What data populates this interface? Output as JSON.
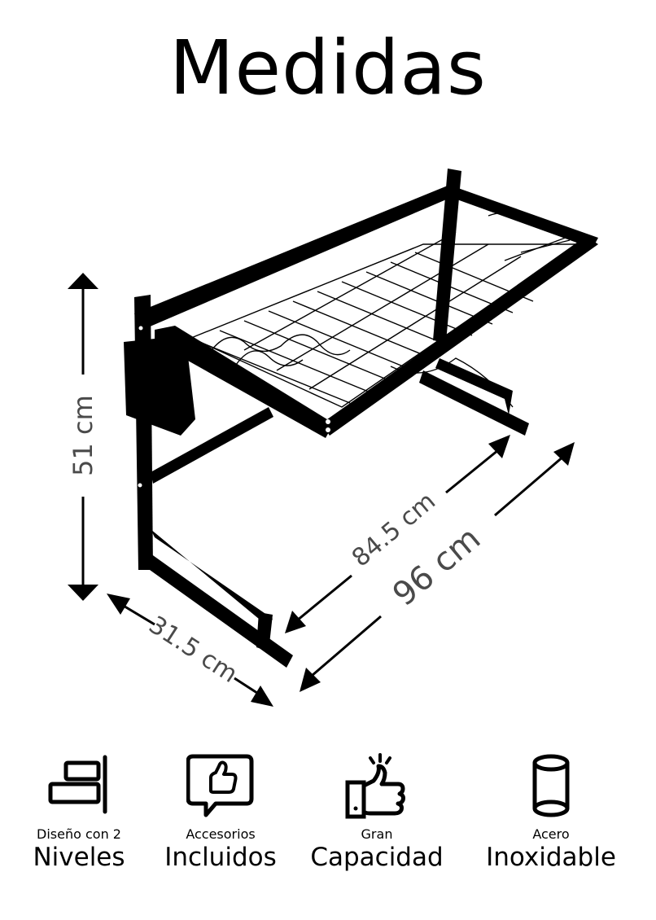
{
  "title": "Medidas",
  "product": {
    "name": "dish-rack-2-levels",
    "color": "#000000"
  },
  "dimensions": {
    "height": "51 cm",
    "depth": "31.5 cm",
    "inner_width": "84.5 cm",
    "total_width": "96 cm",
    "label_color": "#4a4a4a"
  },
  "features": [
    {
      "icon": "two-levels-icon",
      "small": "Diseño con 2",
      "big": "Niveles"
    },
    {
      "icon": "thumbs-up-speech-bubble-icon",
      "small": "Accesorios",
      "big": "Incluidos"
    },
    {
      "icon": "thumbs-up-sparkle-icon",
      "small": "Gran",
      "big": "Capacidad"
    },
    {
      "icon": "cylinder-icon",
      "small": "Acero",
      "big": "Inoxidable"
    }
  ]
}
